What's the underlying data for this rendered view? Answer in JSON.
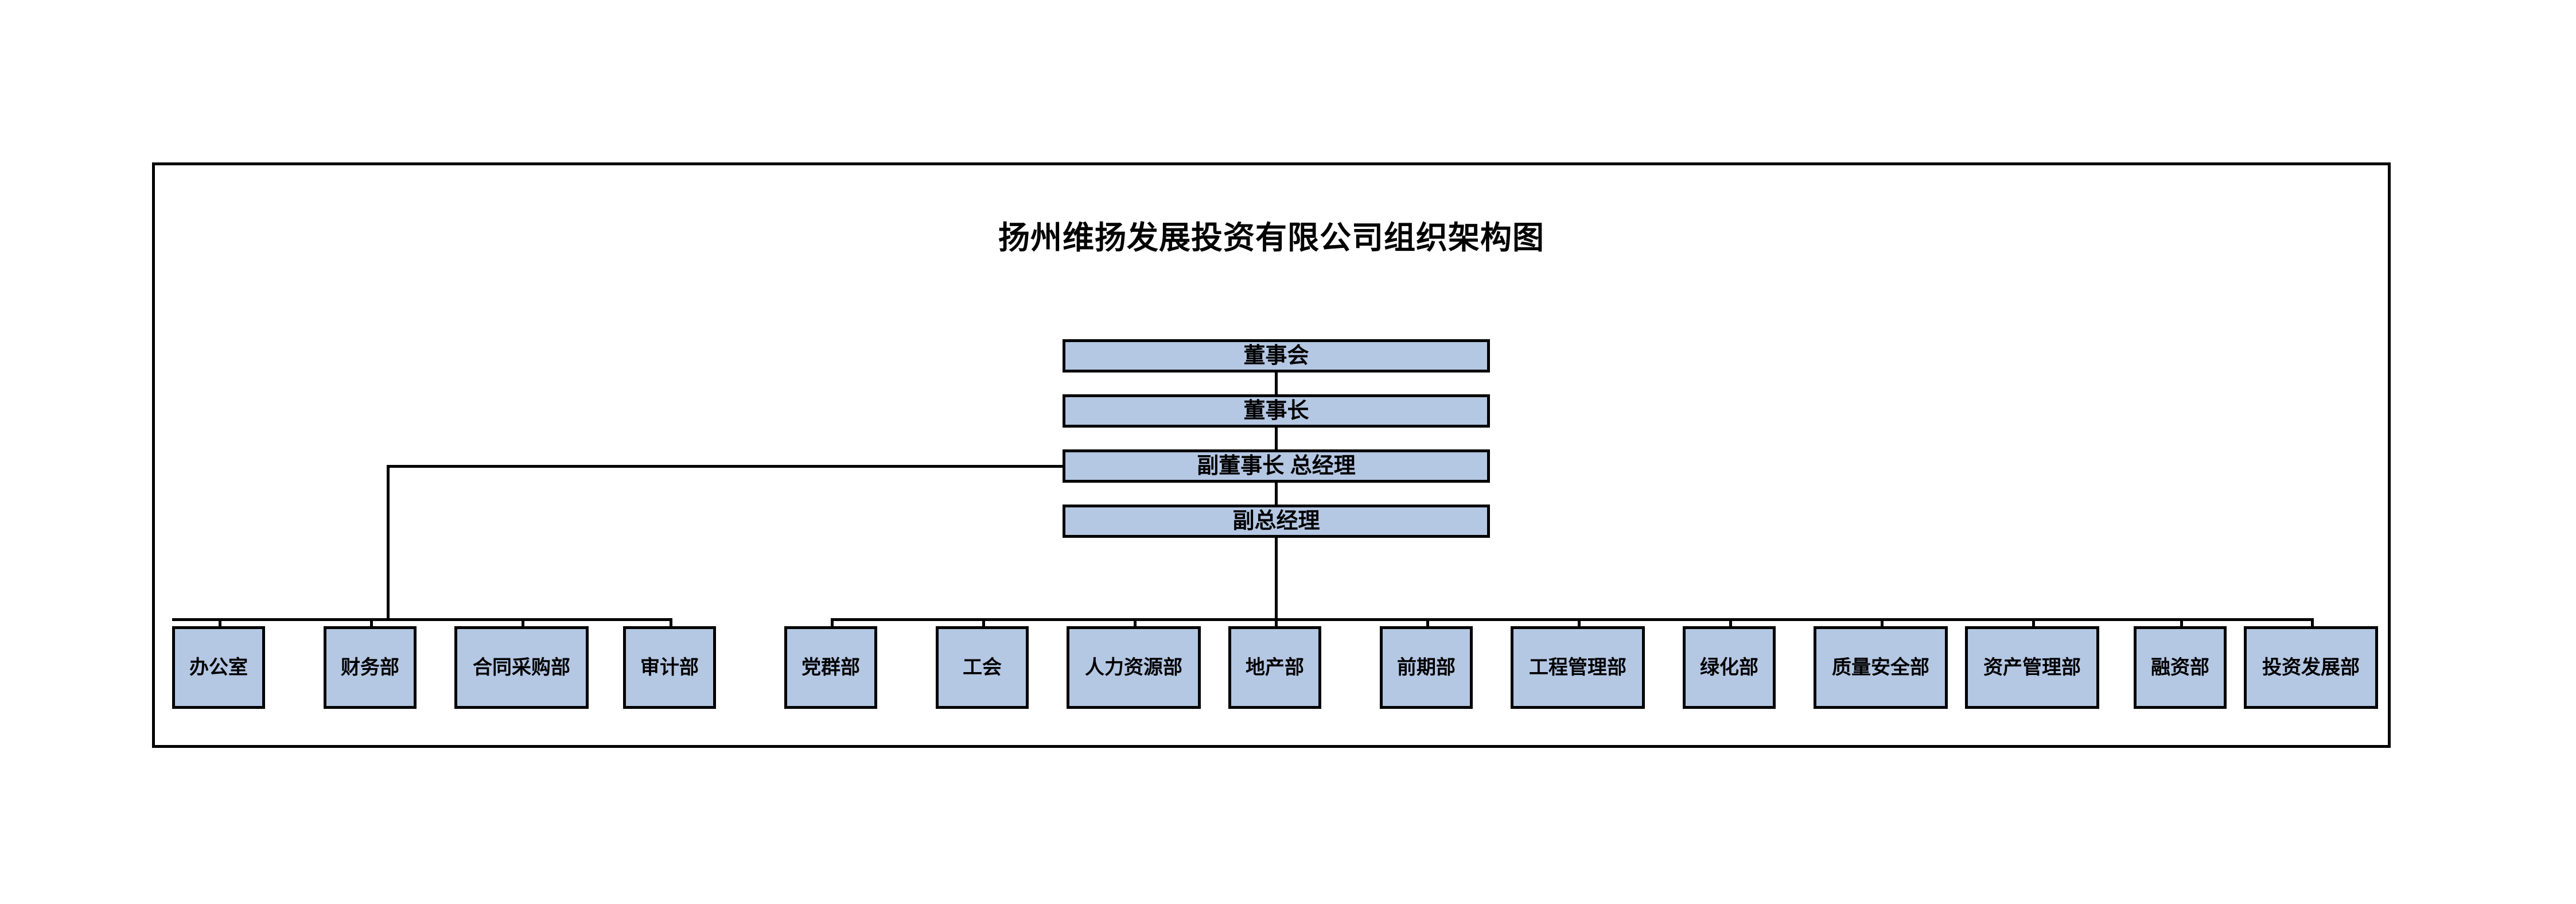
{
  "diagram": {
    "title": "扬州维扬发展投资有限公司组织架构图",
    "type": "organization-chart",
    "colors": {
      "node_fill": "#b4c7e3",
      "node_border": "#000000",
      "frame_border": "#000000",
      "background": "#ffffff",
      "text": "#000000"
    },
    "executive_chain": [
      {
        "label": "董事会"
      },
      {
        "label": "董事长"
      },
      {
        "label": "副董事长 总经理"
      },
      {
        "label": "副总经理"
      }
    ],
    "department_groups": [
      {
        "group_name": "left-group",
        "reports_to": "副董事长 总经理",
        "departments": [
          {
            "label": "办公室"
          },
          {
            "label": "财务部"
          },
          {
            "label": "合同采购部"
          },
          {
            "label": "审计部"
          }
        ]
      },
      {
        "group_name": "right-group",
        "reports_to": "副总经理",
        "departments": [
          {
            "label": "党群部"
          },
          {
            "label": "工会"
          },
          {
            "label": "人力资源部"
          },
          {
            "label": "地产部"
          },
          {
            "label": "前期部"
          },
          {
            "label": "工程管理部"
          },
          {
            "label": "绿化部"
          },
          {
            "label": "质量安全部"
          },
          {
            "label": "资产管理部"
          },
          {
            "label": "融资部"
          },
          {
            "label": "投资发展部"
          }
        ]
      }
    ]
  }
}
